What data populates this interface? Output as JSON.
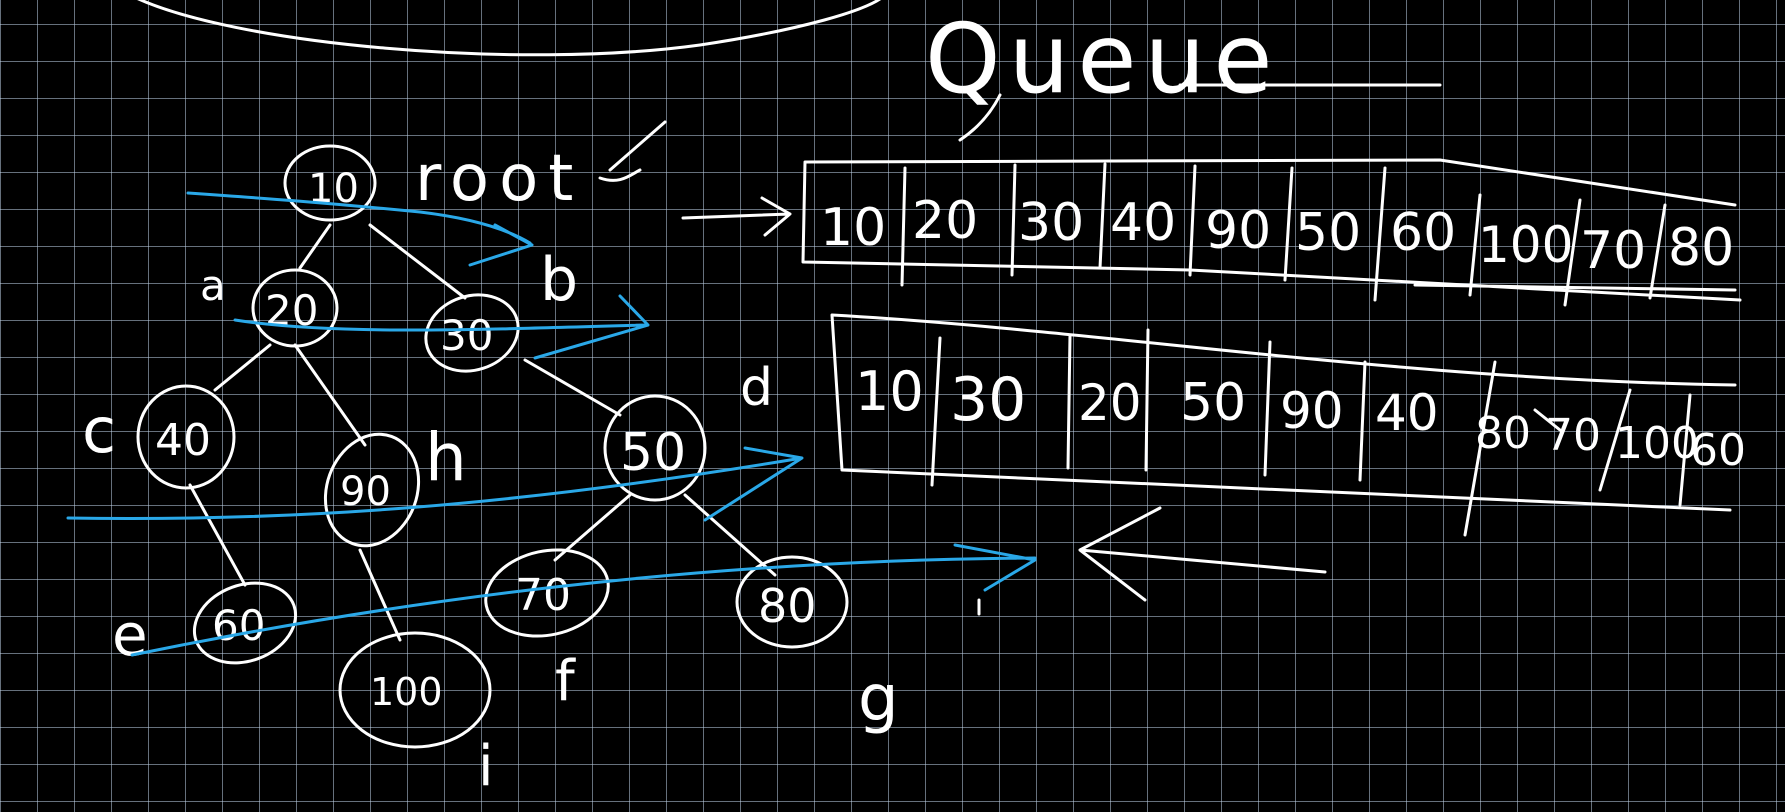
{
  "colors": {
    "background": "#000000",
    "ink": "#ffffff",
    "highlight": "#2aa8e8",
    "grid": "#b9cde1"
  },
  "heading": "Queue",
  "root_label": "root",
  "tree": {
    "nodes": [
      {
        "id": "n10",
        "value": "10",
        "tag": ""
      },
      {
        "id": "n20",
        "value": "20",
        "tag": "a"
      },
      {
        "id": "n30",
        "value": "30",
        "tag": "b"
      },
      {
        "id": "n40",
        "value": "40",
        "tag": "c"
      },
      {
        "id": "n90",
        "value": "90",
        "tag": "h"
      },
      {
        "id": "n50",
        "value": "50",
        "tag": "d"
      },
      {
        "id": "n60",
        "value": "60",
        "tag": "e"
      },
      {
        "id": "n100",
        "value": "100",
        "tag": "i"
      },
      {
        "id": "n70",
        "value": "70",
        "tag": "f"
      },
      {
        "id": "n80",
        "value": "80",
        "tag": "g"
      }
    ]
  },
  "queue_top": [
    "10",
    "20",
    "30",
    "40",
    "90",
    "50",
    "60",
    "100",
    "70",
    "80"
  ],
  "queue_bottom": [
    "10",
    "30",
    "20",
    "50",
    "90",
    "40",
    "80",
    "70",
    "100",
    "60"
  ]
}
